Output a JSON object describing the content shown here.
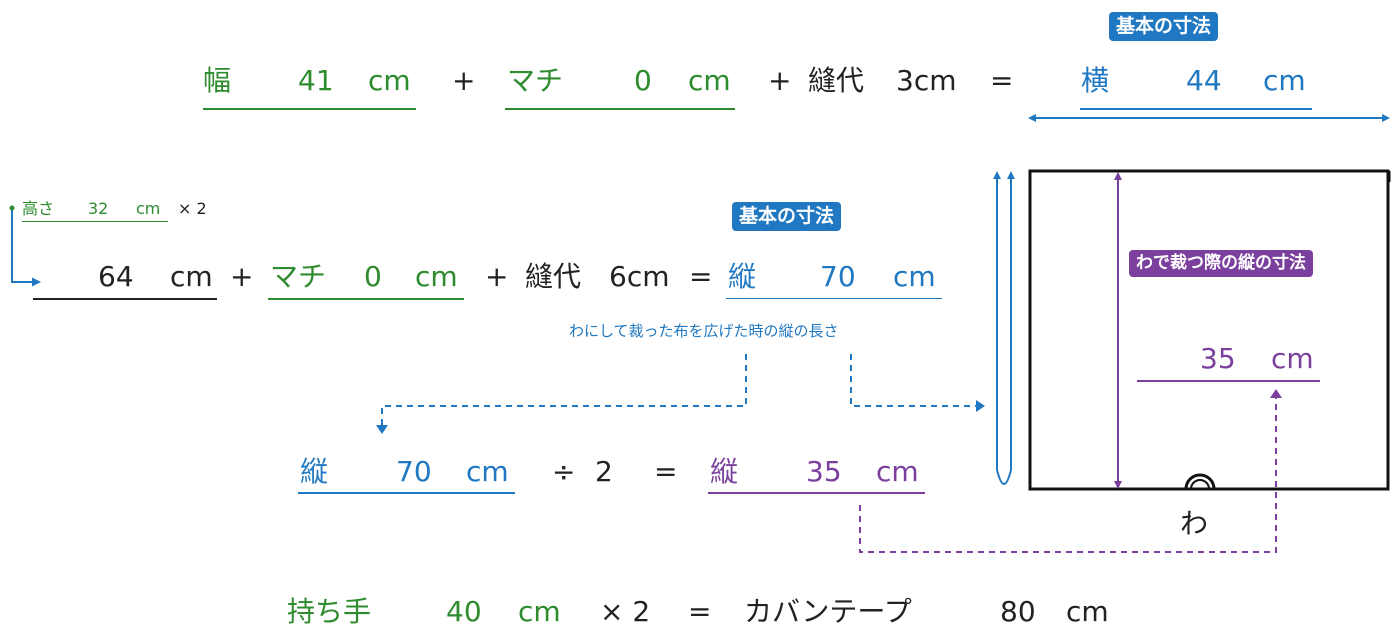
{
  "colors": {
    "green": "#2e8b2e",
    "blue": "#1f78c1",
    "purple": "#7b3f9e",
    "black": "#222222"
  },
  "row1": {
    "width_label": "幅",
    "width_value": "41",
    "width_unit": "cm",
    "plus1": "+",
    "gusset_label": "マチ",
    "gusset_value": "0",
    "gusset_unit": "cm",
    "plus2": "+",
    "seam_label": "縫代",
    "seam_value": "3cm",
    "equals": "=",
    "result_label": "横",
    "result_value": "44",
    "result_unit": "cm",
    "badge": "基本の寸法"
  },
  "height_note": {
    "label": "高さ",
    "value": "32",
    "unit": "cm",
    "multiplier": "× 2"
  },
  "row2": {
    "value": "64",
    "unit": "cm",
    "plus1": "+",
    "gusset_label": "マチ",
    "gusset_value": "0",
    "gusset_unit": "cm",
    "plus2": "+",
    "seam_label": "縫代",
    "seam_value": "6cm",
    "equals": "=",
    "result_label": "縦",
    "result_value": "70",
    "result_unit": "cm",
    "badge": "基本の寸法",
    "note": "わにして裁った布を広げた時の縦の長さ"
  },
  "row3": {
    "label": "縦",
    "value": "70",
    "unit": "cm",
    "divide": "÷",
    "divisor": "2",
    "equals": "=",
    "result_label": "縦",
    "result_value": "35",
    "result_unit": "cm"
  },
  "diagram": {
    "badge": "わで裁つ際の縦の寸法",
    "value": "35",
    "unit": "cm",
    "fold_label": "わ"
  },
  "row4": {
    "label": "持ち手",
    "value": "40",
    "unit": "cm",
    "multiplier": "× 2",
    "equals": "=",
    "tape_label": "カバンテープ",
    "tape_value": "80",
    "tape_unit": "cm"
  }
}
